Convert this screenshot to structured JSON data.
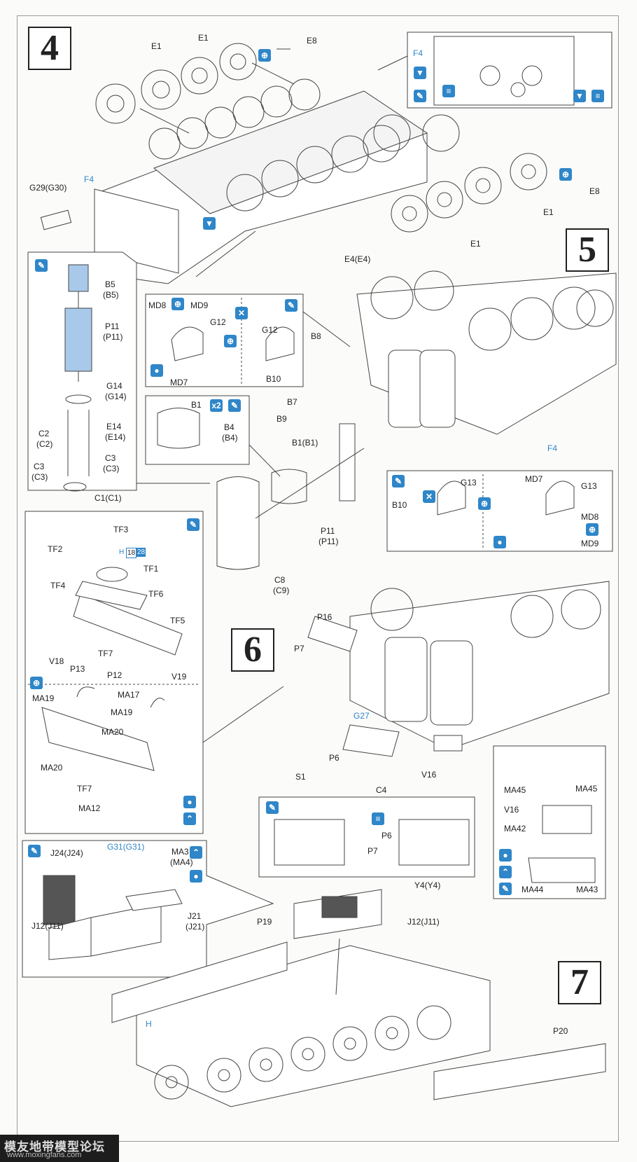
{
  "step_numbers": {
    "s4": "4",
    "s5": "5",
    "s6": "6",
    "s7": "7"
  },
  "step4": {
    "labels": {
      "e1_a": "E1",
      "e1_b": "E1",
      "e8_a": "E8",
      "e1_c": "E1",
      "e8_b": "E8",
      "e1_d": "E1",
      "g29": "G29(G30)",
      "f4_a": "F4",
      "f4_b": "F4",
      "e4": "E4(E4)"
    }
  },
  "step5": {
    "exhaust": {
      "b5": "B5",
      "b5p": "(B5)",
      "p11": "P11",
      "p11p": "(P11)",
      "g14": "G14",
      "g14p": "(G14)",
      "e14": "E14",
      "e14p": "(E14)",
      "c2": "C2",
      "c2p": "(C2)",
      "c3a": "C3",
      "c3ap": "(C3)",
      "c3b": "C3",
      "c3bp": "(C3)",
      "c1": "C1(C1)"
    },
    "labels": {
      "md8": "MD8",
      "md9": "MD9",
      "g12a": "G12",
      "g12b": "G12",
      "md7": "MD7",
      "b10": "B10",
      "b8": "B8",
      "b7": "B7",
      "b9": "B9",
      "b1": "B1",
      "x2": "x2",
      "b4": "B4",
      "b4p": "(B4)",
      "b1b1": "B1(B1)",
      "p11": "P11",
      "p11p": "(P11)",
      "c8": "C8",
      "c9": "(C9)",
      "f4": "F4",
      "b10b": "B10",
      "g13a": "G13",
      "md7b": "MD7",
      "g13b": "G13",
      "md8b": "MD8",
      "md9b": "MD9"
    }
  },
  "step6": {
    "labels": {
      "tf2": "TF2",
      "tf3": "TF3",
      "h": "H",
      "h18": "18",
      "h28": "28",
      "tf1": "TF1",
      "tf4": "TF4",
      "tf6": "TF6",
      "tf5": "TF5",
      "v18": "V18",
      "tf7": "TF7",
      "p13": "P13",
      "p12": "P12",
      "v19": "V19",
      "ma19a": "MA19",
      "ma17": "MA17",
      "ma19b": "MA19",
      "ma20a": "MA20",
      "ma20b": "MA20",
      "tf7b": "TF7",
      "ma12": "MA12",
      "p16": "P16",
      "p7": "P7",
      "g27": "G27",
      "p6": "P6",
      "s1": "S1",
      "c4": "C4",
      "v16": "V16",
      "p6b": "P6",
      "p7b": "P7",
      "ma45a": "MA45",
      "ma45b": "MA45",
      "v16b": "V16",
      "ma42": "MA42",
      "ma44": "MA44",
      "ma43": "MA43"
    }
  },
  "step7": {
    "labels": {
      "j24": "J24(J24)",
      "g31": "G31(G31)",
      "ma3": "MA3",
      "ma4": "(MA4)",
      "j21": "J21",
      "j21p": "(J21)",
      "j12a": "J12(J11)",
      "y4": "Y4(Y4)",
      "j12b": "J12(J11)",
      "p19": "P19",
      "h": "H",
      "p20": "P20"
    }
  },
  "watermark": {
    "line1": "模友地带模型论坛",
    "line2": "www.moxingfans.com"
  },
  "colors": {
    "accent": "#2f86c8",
    "line": "#333333",
    "part_fill": "#a9c9ea"
  }
}
